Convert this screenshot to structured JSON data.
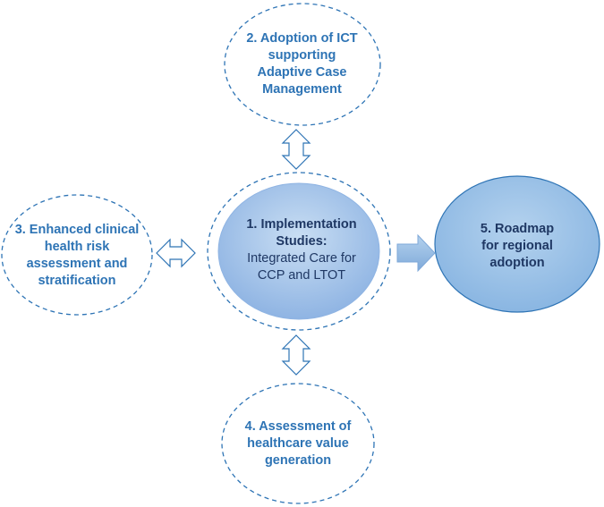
{
  "nodes": {
    "center": {
      "bold": [
        "1. Implementation",
        "Studies:"
      ],
      "normal": [
        "Integrated Care for",
        "CCP and LTOT"
      ]
    },
    "top": {
      "lines": [
        "2. Adoption of ICT",
        "supporting",
        "Adaptive Case",
        "Management"
      ]
    },
    "left": {
      "lines": [
        "3. Enhanced clinical",
        "health risk",
        "assessment and",
        "stratification"
      ]
    },
    "bottom": {
      "lines": [
        "4. Assessment of",
        "healthcare value",
        "generation"
      ]
    },
    "right": {
      "lines": [
        "5. Roadmap",
        "for regional",
        "adoption"
      ]
    }
  },
  "colors": {
    "dashed_stroke": "#2e74b5",
    "center_fill_light": "#bdd7ee",
    "center_fill_dark": "#8fb4e3",
    "right_fill": "#9dc3e6",
    "arrow_fill": "#9dc3e6",
    "text_primary": "#2e74b5",
    "text_dark": "#1f3864"
  }
}
